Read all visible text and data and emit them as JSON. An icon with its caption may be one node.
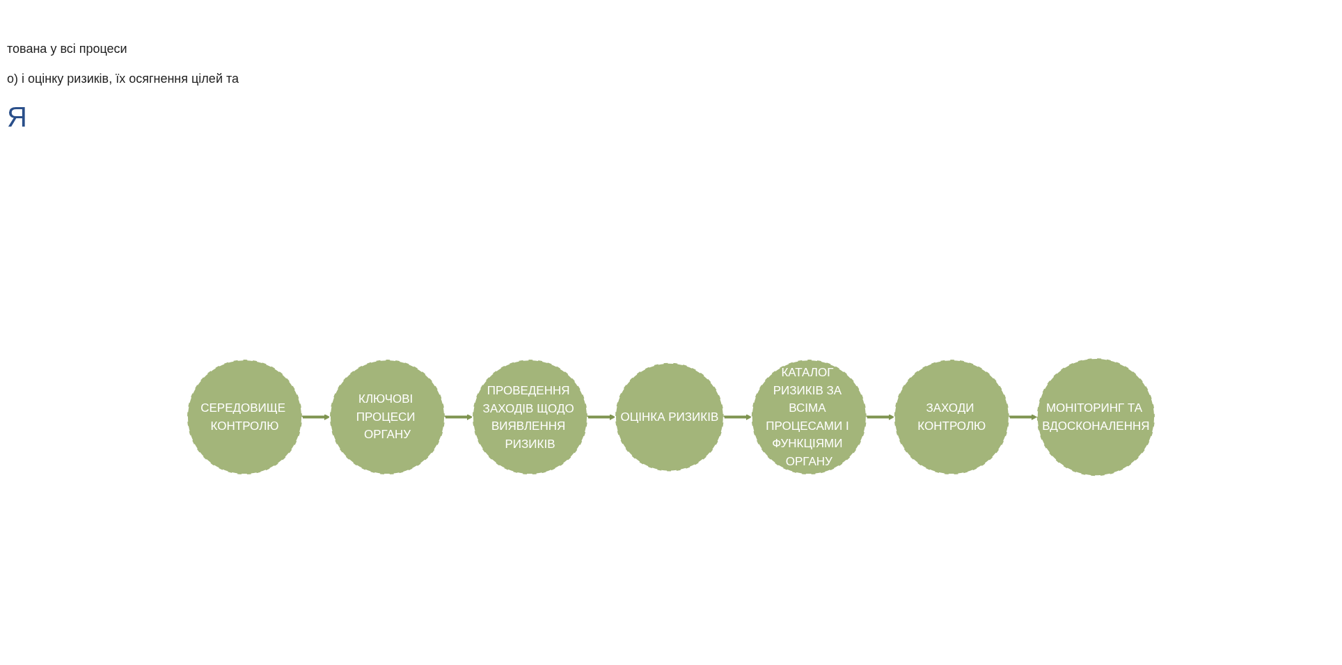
{
  "diagram": {
    "nodes": [
      {
        "text": [
          "СЕРЕДОВИЩЕ КОНТРОЛЮ"
        ]
      },
      {
        "text": [
          "КЛЮЧОВІ ПРОЦЕСИ ОРГАНУ"
        ]
      },
      {
        "text": [
          "ПРОВЕДЕННЯ ЗАХОДІВ ЩОДО ВИЯВЛЕННЯ РИЗИКІВ"
        ]
      },
      {
        "text": [
          "ОЦІНКА РИЗИКІВ"
        ]
      },
      {
        "text": [
          "КАТАЛОГ РИЗИКІВ ЗА ВСІМА ПРОЦЕСАМИ І ФУНКЦІЯМИ ОРГАНУ"
        ]
      },
      {
        "text": [
          "ЗАХОДИ КОНТРОЛЮ"
        ]
      },
      {
        "text": [
          "МОНІТОРИНГ ТА ВДОСКОНАЛЕННЯ"
        ]
      }
    ],
    "edges": [
      {
        "from": 0,
        "to": 1,
        "arrow": "to"
      },
      {
        "from": 1,
        "to": 2,
        "arrow": "to"
      },
      {
        "from": 2,
        "to": 3,
        "arrow": "to"
      },
      {
        "from": 3,
        "to": 4,
        "arrow": "to"
      },
      {
        "from": 4,
        "to": 5,
        "arrow": "to"
      },
      {
        "from": 5,
        "to": 6,
        "arrow": "to"
      }
    ],
    "labels": [
      "тована у всі процеси",
      "о) і оцінку ризиків, їх осягнення цілей та",
      "Я"
    ]
  }
}
